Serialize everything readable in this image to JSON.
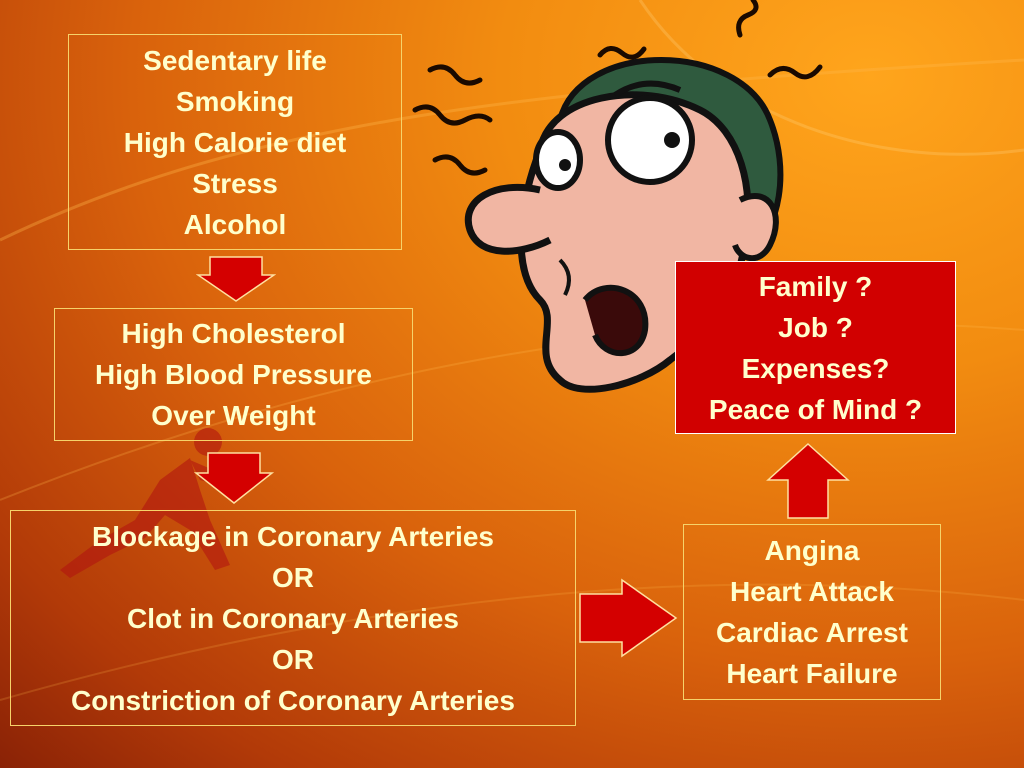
{
  "risk_factors": [
    "Sedentary life",
    "Smoking",
    "High Calorie diet",
    "Stress",
    "Alcohol"
  ],
  "conditions": [
    "High Cholesterol",
    "High Blood Pressure",
    "Over Weight"
  ],
  "blockage": [
    "Blockage in Coronary Arteries",
    "OR",
    "Clot in Coronary Arteries",
    "OR",
    "Constriction of Coronary Arteries"
  ],
  "outcomes": [
    "Angina",
    "Heart Attack",
    "Cardiac Arrest",
    "Heart Failure"
  ],
  "worries": [
    "Family ?",
    "Job ?",
    "Expenses?",
    "Peace of Mind ?"
  ],
  "colors": {
    "text": "#ffffcc",
    "box_border": "#f6d36a",
    "arrow_fill": "#d40000",
    "worry_bg": "#d10000"
  }
}
